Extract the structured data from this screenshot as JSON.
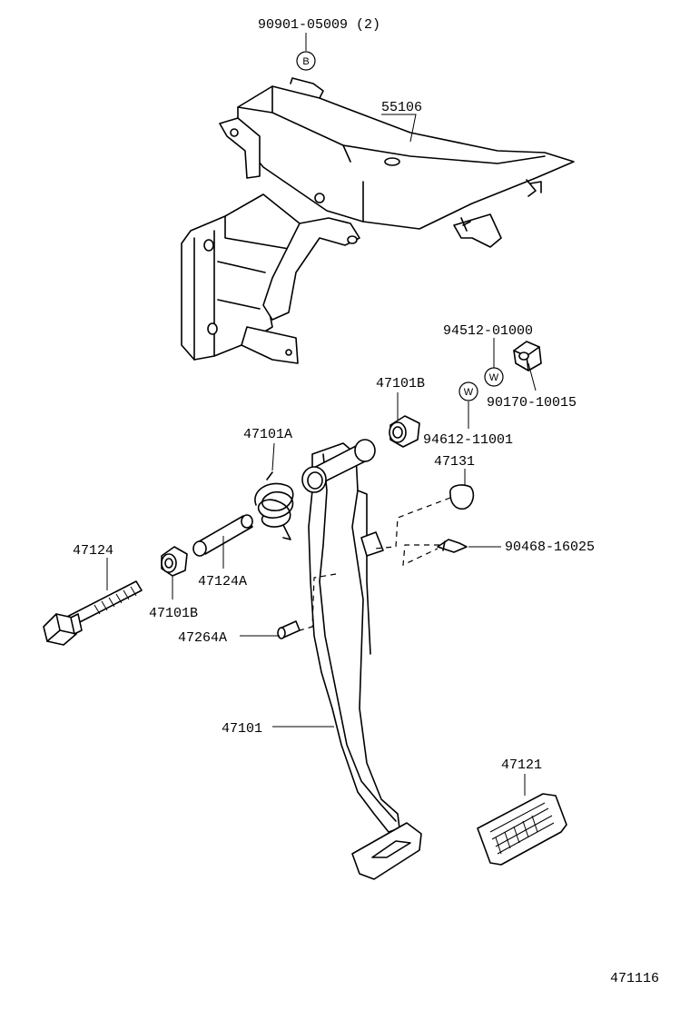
{
  "diagram": {
    "figure_number": "471116",
    "callouts": {
      "bolt_90901": "90901-05009 (2)",
      "bracket": "55106",
      "clip_94512": "94512-01000",
      "bushing_upper": "47101B",
      "nut_90170": "90170-10015",
      "washer_94612": "94612-11001",
      "spring": "47101A",
      "cushion": "47131",
      "pin_90468": "90468-16025",
      "bolt_47124": "47124",
      "collar": "47124A",
      "bushing_lower": "47101B",
      "stopper": "47264A",
      "pedal_arm": "47101",
      "pedal_pad": "47121"
    },
    "badges": {
      "b": "B",
      "w1": "W",
      "w2": "W"
    }
  }
}
